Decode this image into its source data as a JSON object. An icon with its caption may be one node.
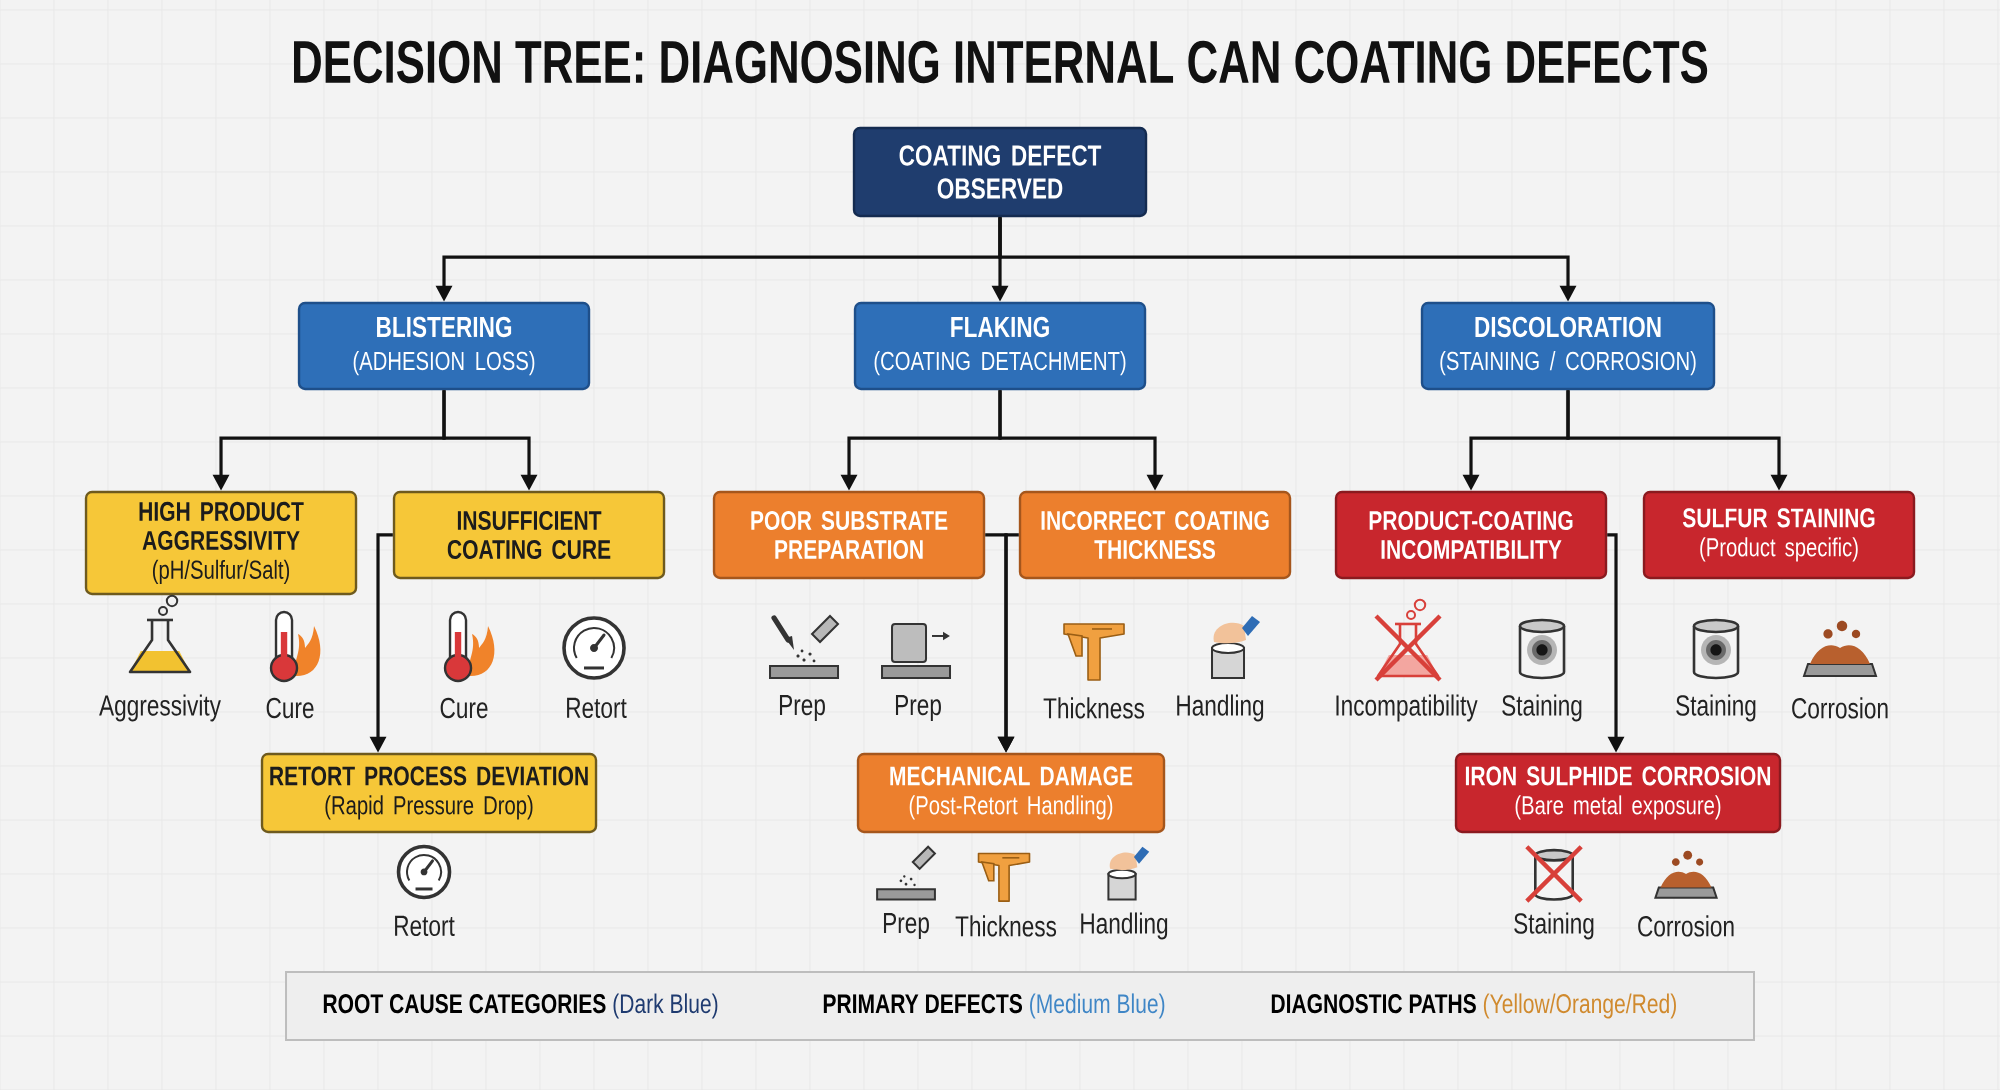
{
  "diagram": {
    "title": "DECISION TREE: DIAGNOSING INTERNAL CAN COATING DEFECTS",
    "nodes": [
      {
        "text": [
          "COATING DEFECT OBSERVED"
        ]
      },
      {
        "text": [
          "BLISTERING",
          "(ADHESION LOSS)"
        ]
      },
      {
        "text": [
          "FLAKING",
          "(COATING DETACHMENT)"
        ]
      },
      {
        "text": [
          "DISCOLORATION",
          "(STAINING / CORROSION)"
        ]
      },
      {
        "text": [
          "HIGH PRODUCT AGGRESSIVITY",
          "(pH/Sulfur/Salt)"
        ]
      },
      {
        "text": [
          "INSUFFICIENT COATING CURE"
        ]
      },
      {
        "text": [
          "POOR SUBSTRATE PREPARATION"
        ]
      },
      {
        "text": [
          "INCORRECT COATING THICKNESS"
        ]
      },
      {
        "text": [
          "PRODUCT-COATING INCOMPATIBILITY"
        ]
      },
      {
        "text": [
          "SULFUR STAINING",
          "(Product specific)"
        ]
      },
      {
        "text": [
          "RETORT PROCESS DEVIATION",
          "(Rapid Pressure Drop)"
        ]
      },
      {
        "text": [
          "MECHANICAL DAMAGE",
          "(Post-Retort Handling)"
        ]
      },
      {
        "text": [
          "IRON SULPHIDE CORROSION",
          "(Bare metal exposure)"
        ]
      }
    ],
    "edges": [
      {
        "from": 0,
        "to": 1,
        "arrow": "to"
      },
      {
        "from": 0,
        "to": 2,
        "arrow": "to"
      },
      {
        "from": 0,
        "to": 3,
        "arrow": "to"
      },
      {
        "from": 1,
        "to": 4,
        "arrow": "to"
      },
      {
        "from": 1,
        "to": 5,
        "arrow": "to"
      },
      {
        "from": 2,
        "to": 6,
        "arrow": "to"
      },
      {
        "from": 2,
        "to": 7,
        "arrow": "to"
      },
      {
        "from": 3,
        "to": 8,
        "arrow": "to"
      },
      {
        "from": 3,
        "to": 9,
        "arrow": "to"
      },
      {
        "from": 5,
        "to": 10,
        "arrow": "to"
      },
      {
        "from": 6,
        "to": 11,
        "arrow": "to"
      },
      {
        "from": 7,
        "to": 11,
        "arrow": "to"
      },
      {
        "from": 8,
        "to": 12,
        "arrow": "to"
      }
    ],
    "labels": [
      "Aggressivity",
      "Cure",
      "Cure",
      "Retort",
      "Prep",
      "Prep",
      "Thickness",
      "Handling",
      "Incompatibility",
      "Staining",
      "Staining",
      "Corrosion",
      "Retort",
      "Prep",
      "Thickness",
      "Handling",
      "Staining",
      "Corrosion"
    ],
    "legend": [
      {
        "text": "**ROOT CAUSE CATEGORIES** (Dark Blue)",
        "color": "#1f3b70"
      },
      {
        "text": "**PRIMARY DEFECTS** (Medium Blue)",
        "color": "#3f86c6"
      },
      {
        "text": "**DIAGNOSTIC PATHS** (Yellow/Orange/Red)"
      }
    ]
  }
}
